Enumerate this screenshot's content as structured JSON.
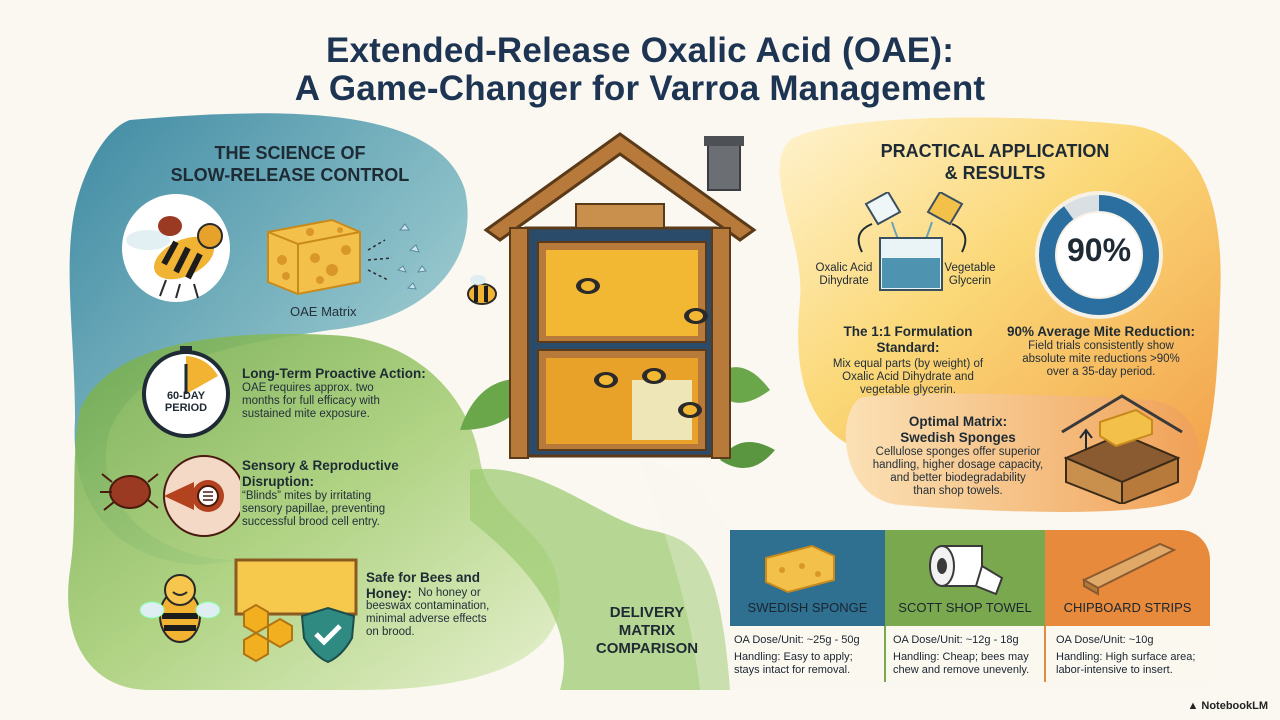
{
  "title": {
    "line1": "Extended-Release Oxalic Acid (OAE):",
    "line2": "A Game-Changer for Varroa Management"
  },
  "science": {
    "heading_line1": "THE SCIENCE OF",
    "heading_line2": "SLOW-RELEASE CONTROL",
    "matrix_label": "OAE Matrix",
    "timer_label_line1": "60-DAY",
    "timer_label_line2": "PERIOD",
    "items": [
      {
        "title": "Long-Term Proactive Action:",
        "body_line1": "OAE requires approx. two",
        "body_line2": "months for full efficacy with",
        "body_line3": "sustained mite exposure."
      },
      {
        "title_line1": "Sensory & Reproductive",
        "title_line2": "Disruption:",
        "body_line1": "“Blinds” mites by irritating",
        "body_line2": "sensory papillae, preventing",
        "body_line3": "successful brood cell entry."
      },
      {
        "title_line1": "Safe for Bees and",
        "title_line2": "Honey:",
        "body_line1": "No honey or",
        "body_line2": "beeswax contamination,",
        "body_line3": "minimal adverse effects",
        "body_line4": "on brood."
      }
    ]
  },
  "practical": {
    "heading_line1": "PRACTICAL APPLICATION",
    "heading_line2": "& RESULTS",
    "label_acid_line1": "Oxalic Acid",
    "label_acid_line2": "Dihydrate",
    "label_glycerin_line1": "Vegetable",
    "label_glycerin_line2": "Glycerin",
    "gauge_value": "90%",
    "gauge_fraction": 0.9,
    "formulation": {
      "title_line1": "The 1:1 Formulation",
      "title_line2": "Standard:",
      "body_line1": "Mix equal parts (by weight) of",
      "body_line2": "Oxalic Acid Dihydrate and",
      "body_line3": "vegetable glycerin."
    },
    "reduction": {
      "title": "90% Average Mite Reduction:",
      "body_line1": "Field trials consistently show",
      "body_line2": "absolute mite reductions >90%",
      "body_line3": "over a 35-day period."
    },
    "matrix": {
      "title_line1": "Optimal Matrix:",
      "title_line2": "Swedish Sponges",
      "body_line1": "Cellulose sponges offer superior",
      "body_line2": "handling, higher dosage capacity,",
      "body_line3": "and better biodegradability",
      "body_line4": "than shop towels."
    }
  },
  "comparison": {
    "label_line1": "DELIVERY",
    "label_line2": "MATRIX",
    "label_line3": "COMPARISON",
    "columns": [
      {
        "name": "SWEDISH SPONGE",
        "dose": "OA Dose/Unit: ~25g - 50g",
        "handling_line1": "Handling: Easy to apply;",
        "handling_line2": "stays intact for removal.",
        "color": "#2f6f8f"
      },
      {
        "name": "SCOTT SHOP TOWEL",
        "dose": "OA Dose/Unit: ~12g - 18g",
        "handling_line1": "Handling: Cheap; bees may",
        "handling_line2": "chew and remove unevenly.",
        "color": "#7aa84e"
      },
      {
        "name": "CHIPBOARD STRIPS",
        "dose": "OA Dose/Unit: ~10g",
        "handling_line1": "Handling: High surface area;",
        "handling_line2": "labor-intensive to insert.",
        "color": "#e88a3c"
      }
    ]
  },
  "brand": "NotebookLM",
  "colors": {
    "title": "#1d3553",
    "blue_bg": "#4f95a8",
    "green_bg": "#8fbb5a",
    "yellow_bg": "#f6c54d",
    "orange_bg": "#ee9441",
    "gauge": "#2a6fa0"
  }
}
